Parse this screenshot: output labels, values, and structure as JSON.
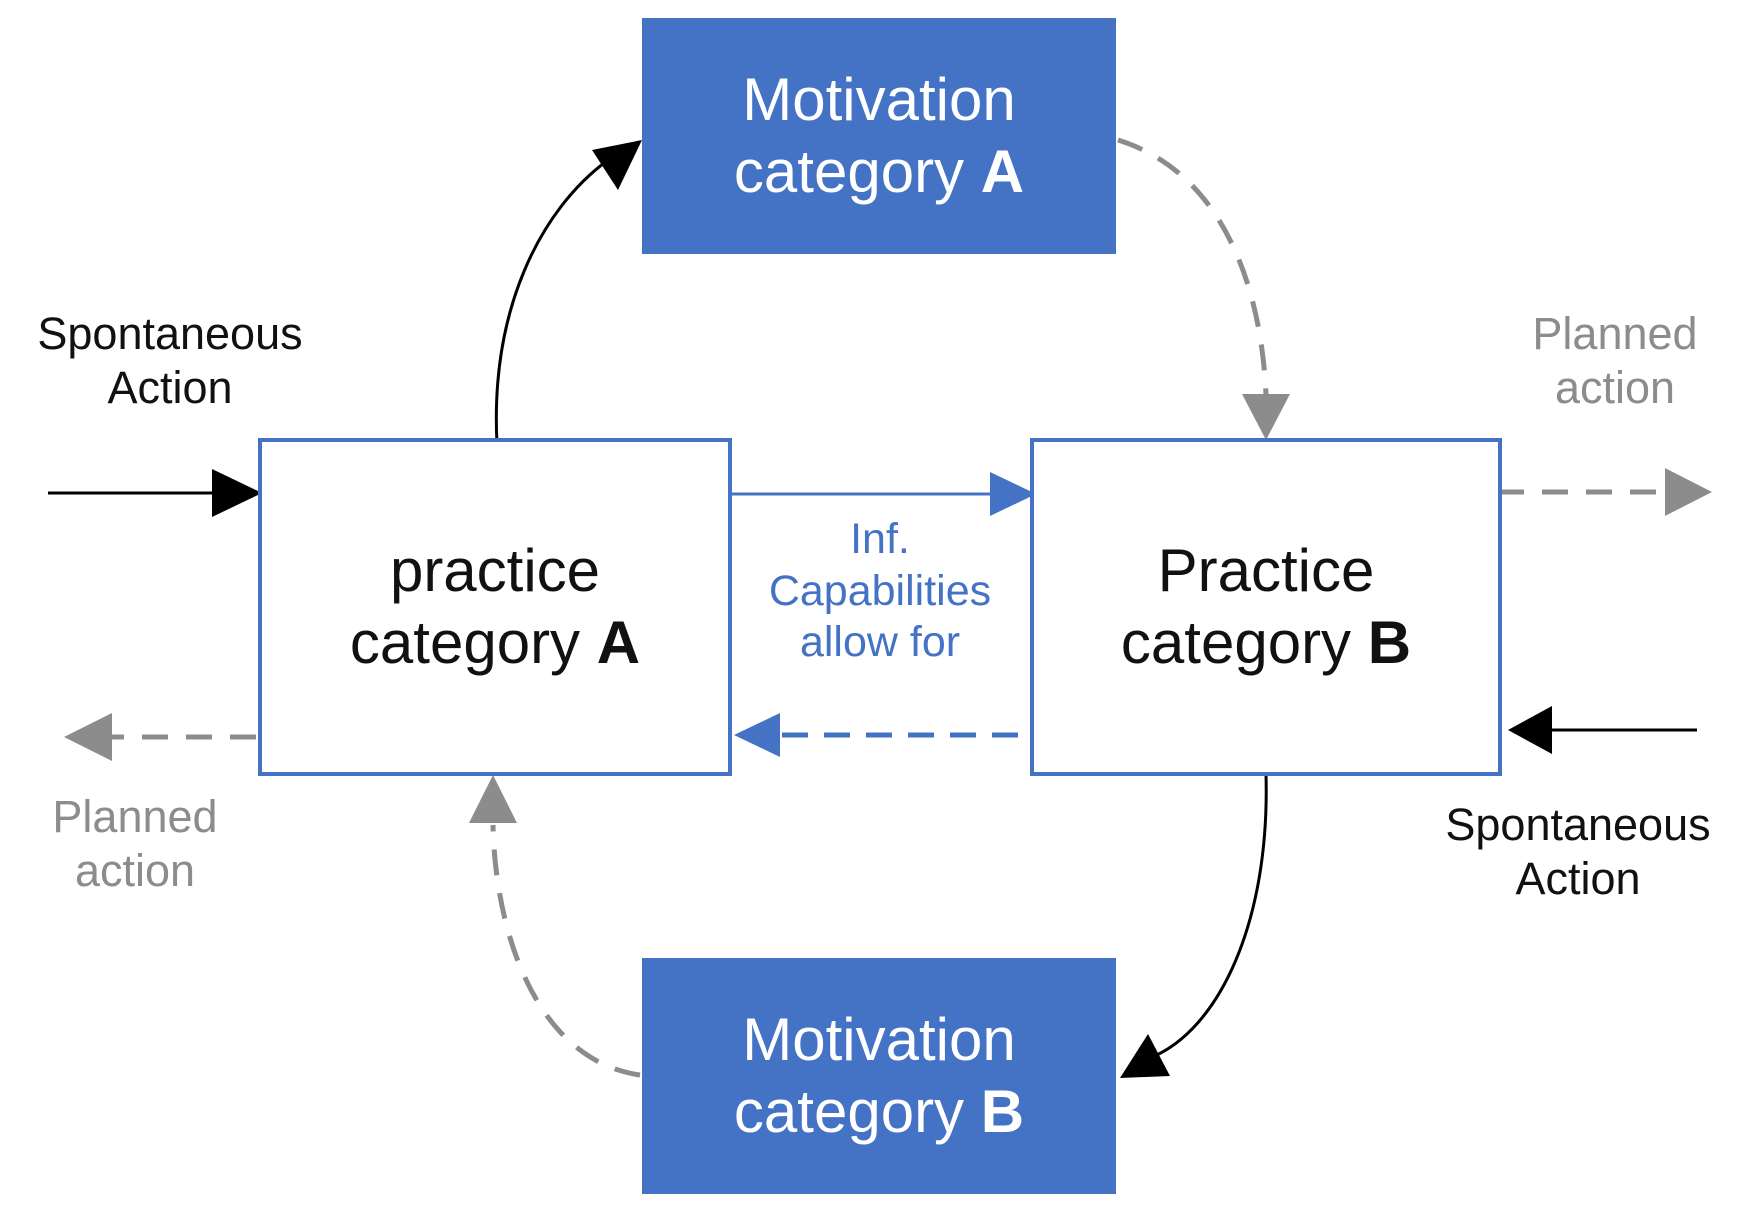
{
  "colors": {
    "accent": "#4472C4",
    "arrow_black": "#000000",
    "arrow_gray": "#8c8c8c",
    "arrow_blue": "#4472C4"
  },
  "boxes": {
    "motivation_a": {
      "line1": "Motivation",
      "line2_prefix": "category ",
      "line2_bold": "A"
    },
    "motivation_b": {
      "line1": "Motivation",
      "line2_prefix": "category ",
      "line2_bold": "B"
    },
    "practice_a": {
      "line1": "practice",
      "line2_prefix": "category ",
      "line2_bold": "A"
    },
    "practice_b": {
      "line1": "Practice",
      "line2_prefix": "category ",
      "line2_bold": "B"
    }
  },
  "labels": {
    "spontaneous_left": {
      "line1": "Spontaneous",
      "line2": "Action"
    },
    "spontaneous_right": {
      "line1": "Spontaneous",
      "line2": "Action"
    },
    "planned_left": {
      "line1": "Planned",
      "line2": "action"
    },
    "planned_right": {
      "line1": "Planned",
      "line2": "action"
    },
    "inf_capabilities": {
      "line1": "Inf.",
      "line2": "Capabilities",
      "line3": "allow for"
    }
  }
}
